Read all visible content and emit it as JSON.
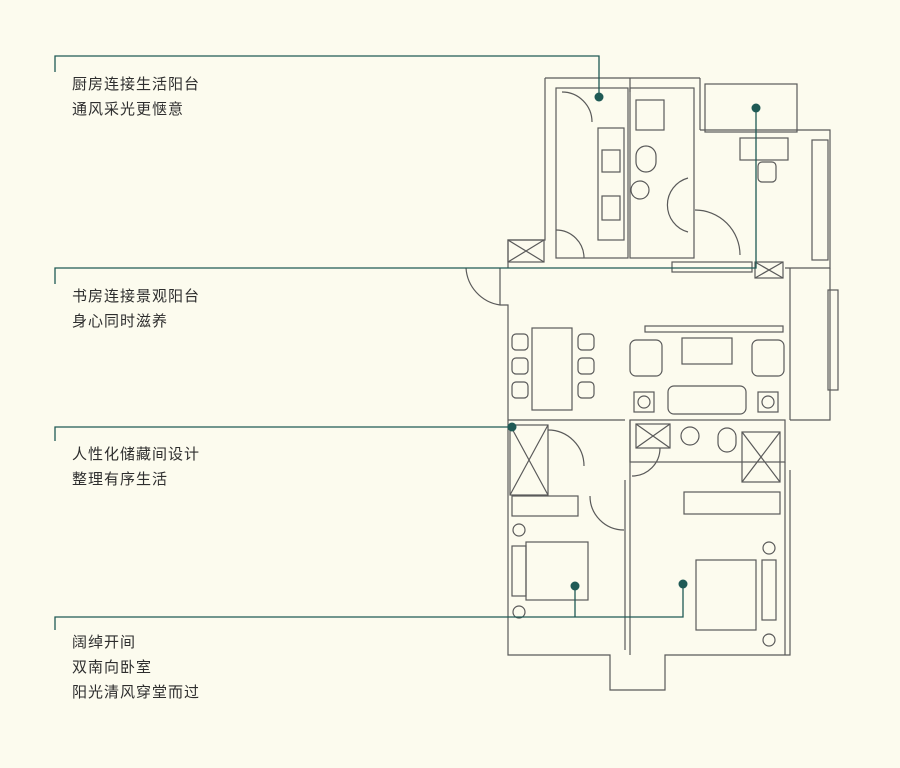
{
  "colors": {
    "background": "#fcfbee",
    "accent": "#1f5a55",
    "wall": "#5a5a5a",
    "text": "#2e2e2e"
  },
  "annotations": [
    {
      "lines": [
        "厨房连接生活阳台",
        "通风采光更惬意"
      ]
    },
    {
      "lines": [
        "书房连接景观阳台",
        "身心同时滋养"
      ]
    },
    {
      "lines": [
        "人性化储藏间设计",
        "整理有序生活"
      ]
    },
    {
      "lines": [
        "阔绰开间",
        "双南向卧室",
        "阳光清风穿堂而过"
      ]
    }
  ]
}
